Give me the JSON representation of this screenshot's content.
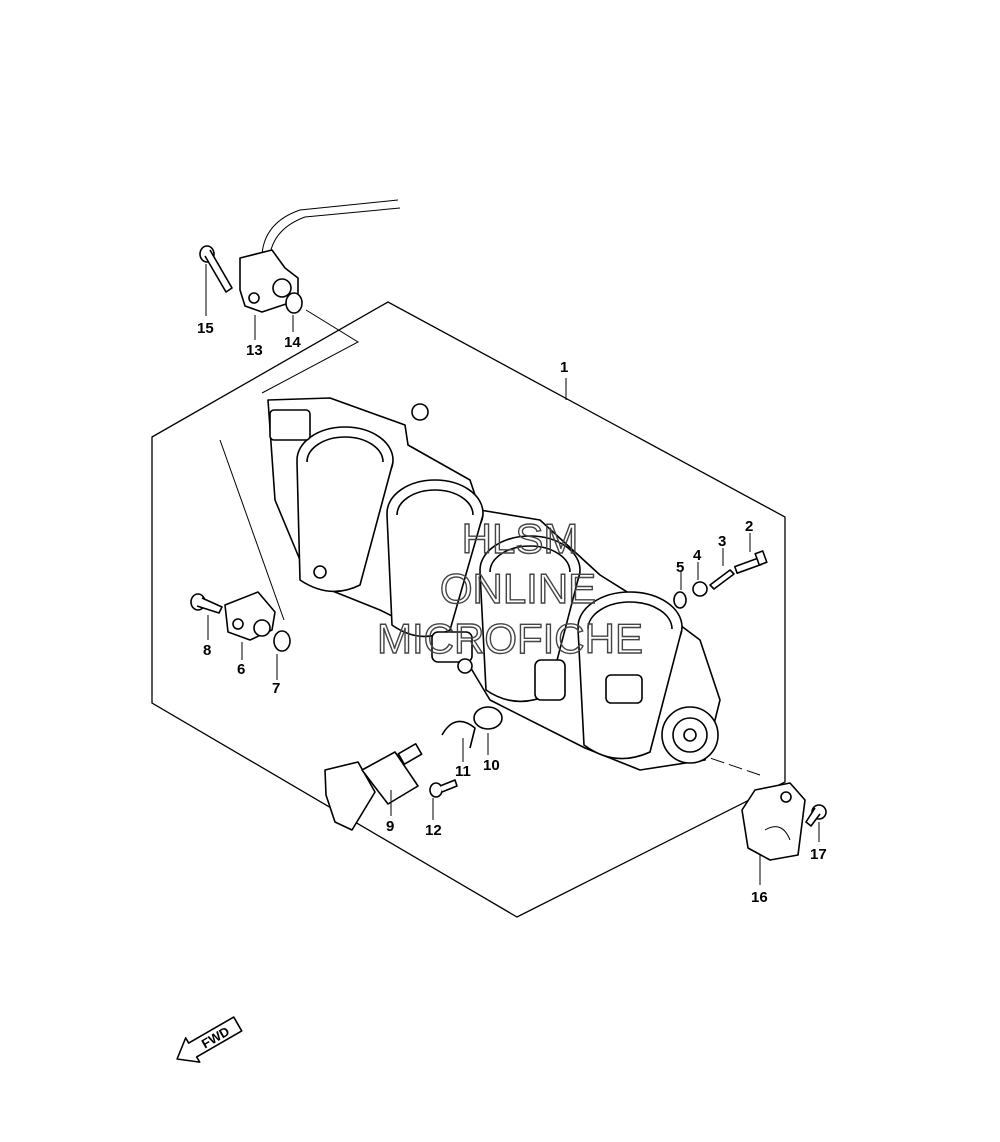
{
  "callouts": [
    {
      "id": "1",
      "text": "1"
    },
    {
      "id": "2",
      "text": "2"
    },
    {
      "id": "3",
      "text": "3"
    },
    {
      "id": "4",
      "text": "4"
    },
    {
      "id": "5",
      "text": "5"
    },
    {
      "id": "6",
      "text": "6"
    },
    {
      "id": "7",
      "text": "7"
    },
    {
      "id": "8",
      "text": "8"
    },
    {
      "id": "9",
      "text": "9"
    },
    {
      "id": "10",
      "text": "10"
    },
    {
      "id": "11",
      "text": "11"
    },
    {
      "id": "12",
      "text": "12"
    },
    {
      "id": "13",
      "text": "13"
    },
    {
      "id": "14",
      "text": "14"
    },
    {
      "id": "15",
      "text": "15"
    },
    {
      "id": "16",
      "text": "16"
    },
    {
      "id": "17",
      "text": "17"
    }
  ],
  "watermark": {
    "line1": "HLSM",
    "line2": "ONLINE",
    "line3": "MICROFICHE"
  },
  "fwd_label": "FWD"
}
